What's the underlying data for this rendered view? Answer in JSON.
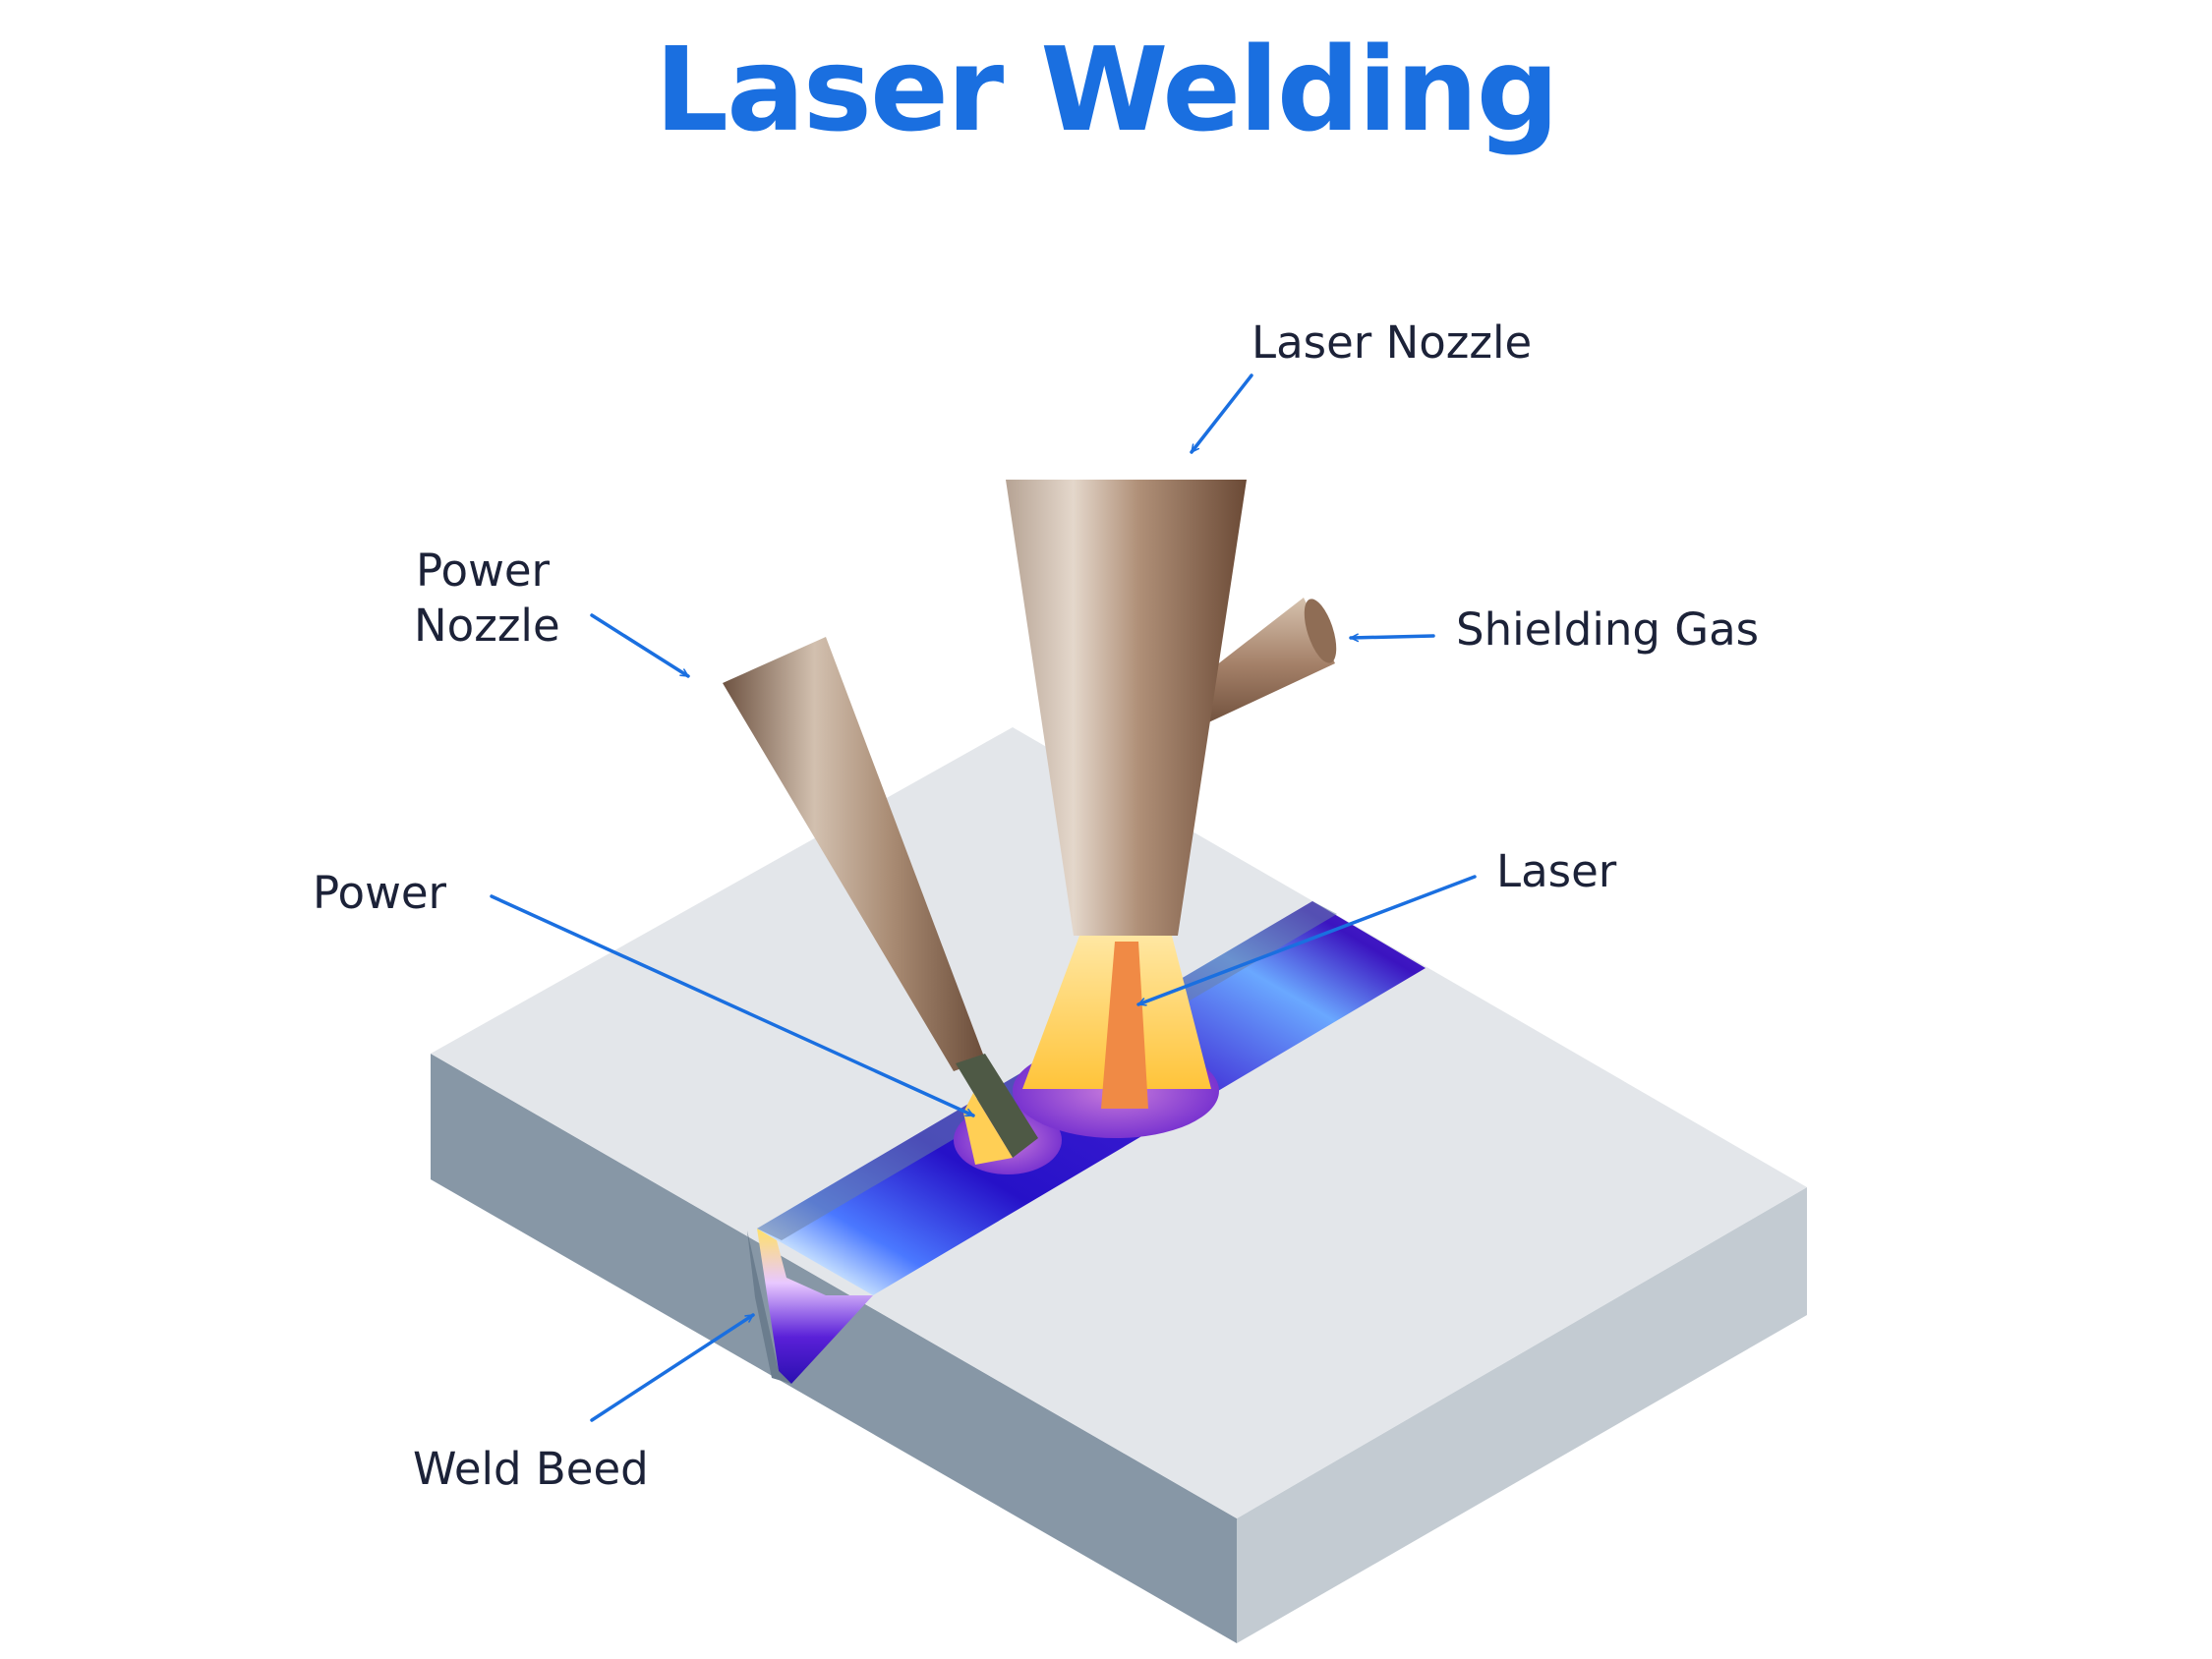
{
  "title": "Laser Welding",
  "labels": {
    "laser_nozzle": "Laser Nozzle",
    "power_nozzle_line1": "Power",
    "power_nozzle_line2": "Nozzle",
    "shielding_gas": "Shielding Gas",
    "power": "Power",
    "laser": "Laser",
    "weld_bead": "Weld Beed"
  },
  "colors": {
    "title": "#1a6fe0",
    "arrow": "#1a6fe0",
    "label": "#1c2238",
    "plate_top": "#e3e6ea",
    "plate_left": "#8797a6",
    "plate_right": "#c3cbd2",
    "nozzle_metal": "#a07f66",
    "laser_beam": "#f08a45",
    "flame": "#ffcf55",
    "weld_violet": "#3a12c8"
  },
  "icons": [
    "arrow-icon"
  ]
}
